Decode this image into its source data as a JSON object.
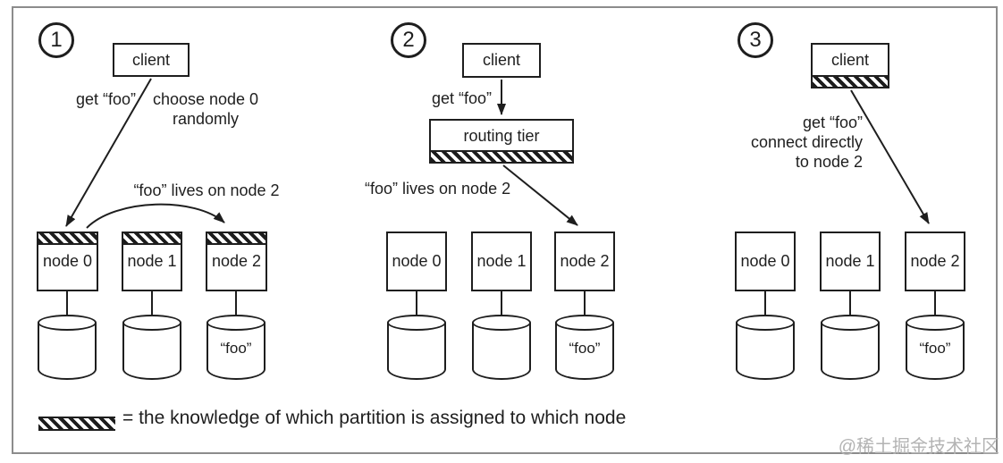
{
  "colors": {
    "ink": "#1e1e1e",
    "frame_border": "#8c8c8c",
    "watermark": "#b3b3b3",
    "background": "#ffffff"
  },
  "legend": {
    "swatch_meaning": "partition-assignment-knowledge-hatch",
    "text": "= the knowledge of which partition is assigned to which node"
  },
  "watermark": "@稀土掘金技术社区",
  "panels": [
    {
      "number": "1",
      "client": "client",
      "request_label": "get “foo”",
      "annotation_lines": [
        "choose node 0",
        "randomly"
      ],
      "redirect_label": "“foo” lives on node 2",
      "nodes": [
        {
          "label": "node 0",
          "has_knowledge": true,
          "db_label": ""
        },
        {
          "label": "node 1",
          "has_knowledge": true,
          "db_label": ""
        },
        {
          "label": "node 2",
          "has_knowledge": true,
          "db_label": "“foo”"
        }
      ]
    },
    {
      "number": "2",
      "client": "client",
      "request_label": "get “foo”",
      "router": "routing tier",
      "redirect_label": "“foo” lives on node 2",
      "nodes": [
        {
          "label": "node 0",
          "has_knowledge": false,
          "db_label": ""
        },
        {
          "label": "node 1",
          "has_knowledge": false,
          "db_label": ""
        },
        {
          "label": "node 2",
          "has_knowledge": false,
          "db_label": "“foo”"
        }
      ]
    },
    {
      "number": "3",
      "client": "client",
      "request_lines": [
        "get “foo”",
        "connect directly",
        "to node 2"
      ],
      "nodes": [
        {
          "label": "node 0",
          "has_knowledge": false,
          "db_label": ""
        },
        {
          "label": "node 1",
          "has_knowledge": false,
          "db_label": ""
        },
        {
          "label": "node 2",
          "has_knowledge": false,
          "db_label": "“foo”"
        }
      ]
    }
  ]
}
